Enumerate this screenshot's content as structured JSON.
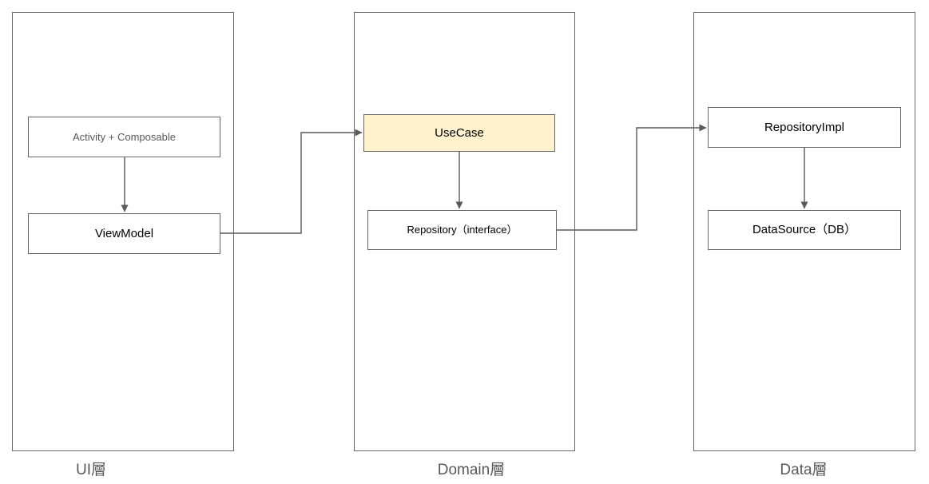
{
  "diagram": {
    "type": "layered-architecture",
    "layers": [
      {
        "name": "ui",
        "label": "UI層"
      },
      {
        "name": "domain",
        "label": "Domain層"
      },
      {
        "name": "data",
        "label": "Data層"
      }
    ],
    "nodes": {
      "activity": {
        "label": "Activity + Composable",
        "layer": "ui"
      },
      "viewmodel": {
        "label": "ViewModel",
        "layer": "ui"
      },
      "usecase": {
        "label": "UseCase",
        "layer": "domain",
        "highlighted": true
      },
      "repository": {
        "label": "Repository（interface）",
        "layer": "domain"
      },
      "repositoryimpl": {
        "label": "RepositoryImpl",
        "layer": "data"
      },
      "datasource": {
        "label": "DataSource（DB）",
        "layer": "data"
      }
    },
    "edges": [
      {
        "from": "activity",
        "to": "viewmodel"
      },
      {
        "from": "viewmodel",
        "to": "usecase"
      },
      {
        "from": "usecase",
        "to": "repository"
      },
      {
        "from": "repository",
        "to": "repositoryimpl"
      },
      {
        "from": "repositoryimpl",
        "to": "datasource"
      }
    ],
    "colors": {
      "background": "#FFFFFF",
      "node_border": "#666666",
      "container_border": "#666666",
      "connector": "#595959",
      "usecase_fill": "#FFF2CC",
      "text_primary": "#000000",
      "text_secondary": "#595959"
    }
  }
}
